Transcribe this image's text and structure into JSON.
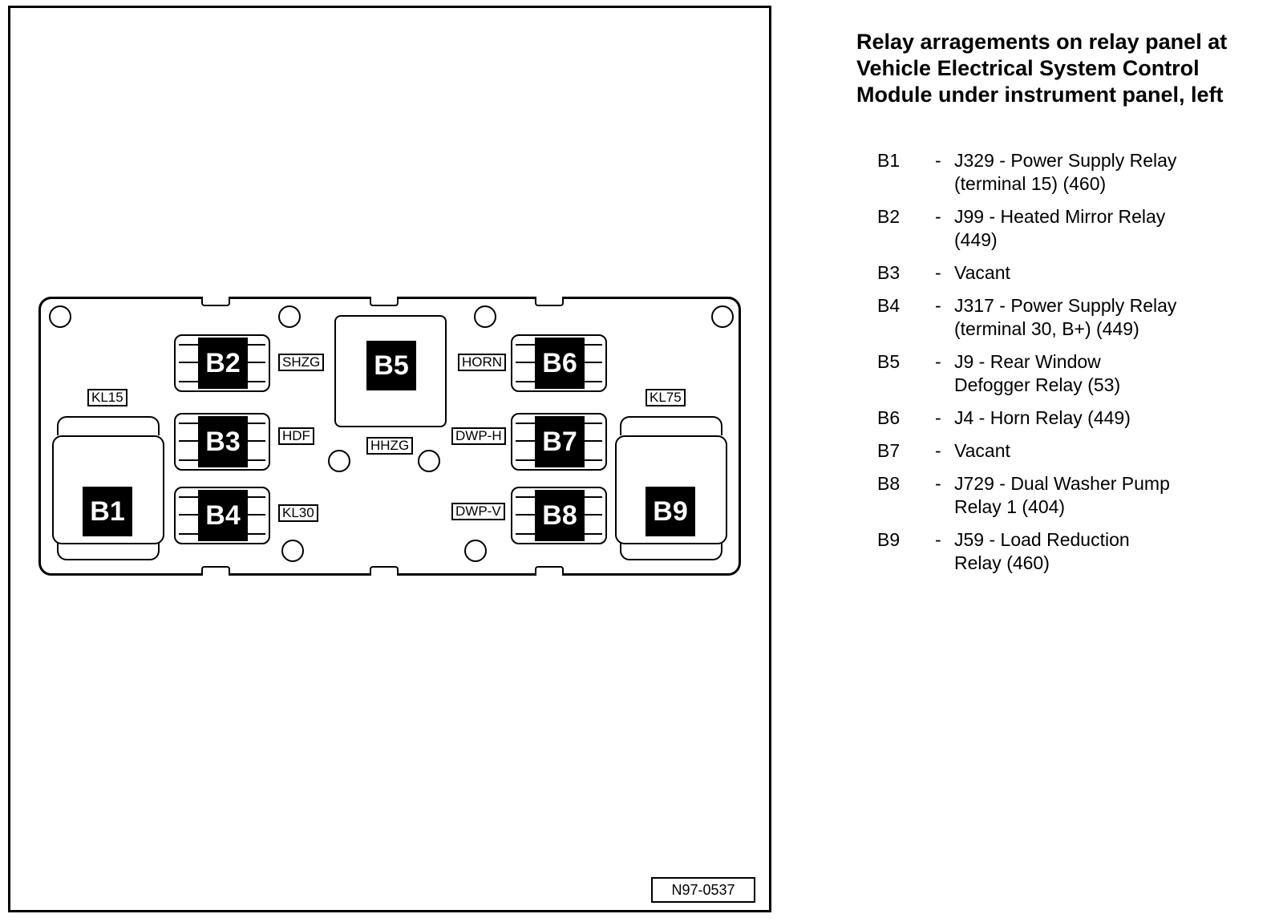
{
  "diagram": {
    "title": "Relay arragements on relay panel at Vehicle Electrical System Control Module under instrument panel, left",
    "figure_id": "N97-0537",
    "relays": {
      "B1": "B1",
      "B2": "B2",
      "B3": "B3",
      "B4": "B4",
      "B5": "B5",
      "B6": "B6",
      "B7": "B7",
      "B8": "B8",
      "B9": "B9"
    },
    "tags": {
      "kl15": "KL15",
      "kl75": "KL75",
      "shzg": "SHZG",
      "hdf": "HDF",
      "kl30": "KL30",
      "hhzg": "HHZG",
      "horn": "HORN",
      "dwp_h": "DWP-H",
      "dwp_v": "DWP-V"
    },
    "legend": [
      {
        "code": "B1",
        "dash": "-",
        "description": "J329 - Power Supply Relay (terminal 15) (460)"
      },
      {
        "code": "B2",
        "dash": "-",
        "description": "J99 - Heated Mirror Relay (449)"
      },
      {
        "code": "B3",
        "dash": "-",
        "description": "Vacant"
      },
      {
        "code": "B4",
        "dash": "-",
        "description": "J317 - Power Supply Relay (terminal 30, B+) (449)"
      },
      {
        "code": "B5",
        "dash": "-",
        "description": "J9 - Rear Window Defogger Relay (53)"
      },
      {
        "code": "B6",
        "dash": "-",
        "description": "J4 - Horn Relay (449)"
      },
      {
        "code": "B7",
        "dash": "-",
        "description": "Vacant"
      },
      {
        "code": "B8",
        "dash": "-",
        "description": "J729 - Dual Washer Pump Relay 1 (404)"
      },
      {
        "code": "B9",
        "dash": "-",
        "description": "J59 - Load Reduction Relay (460)"
      }
    ]
  }
}
